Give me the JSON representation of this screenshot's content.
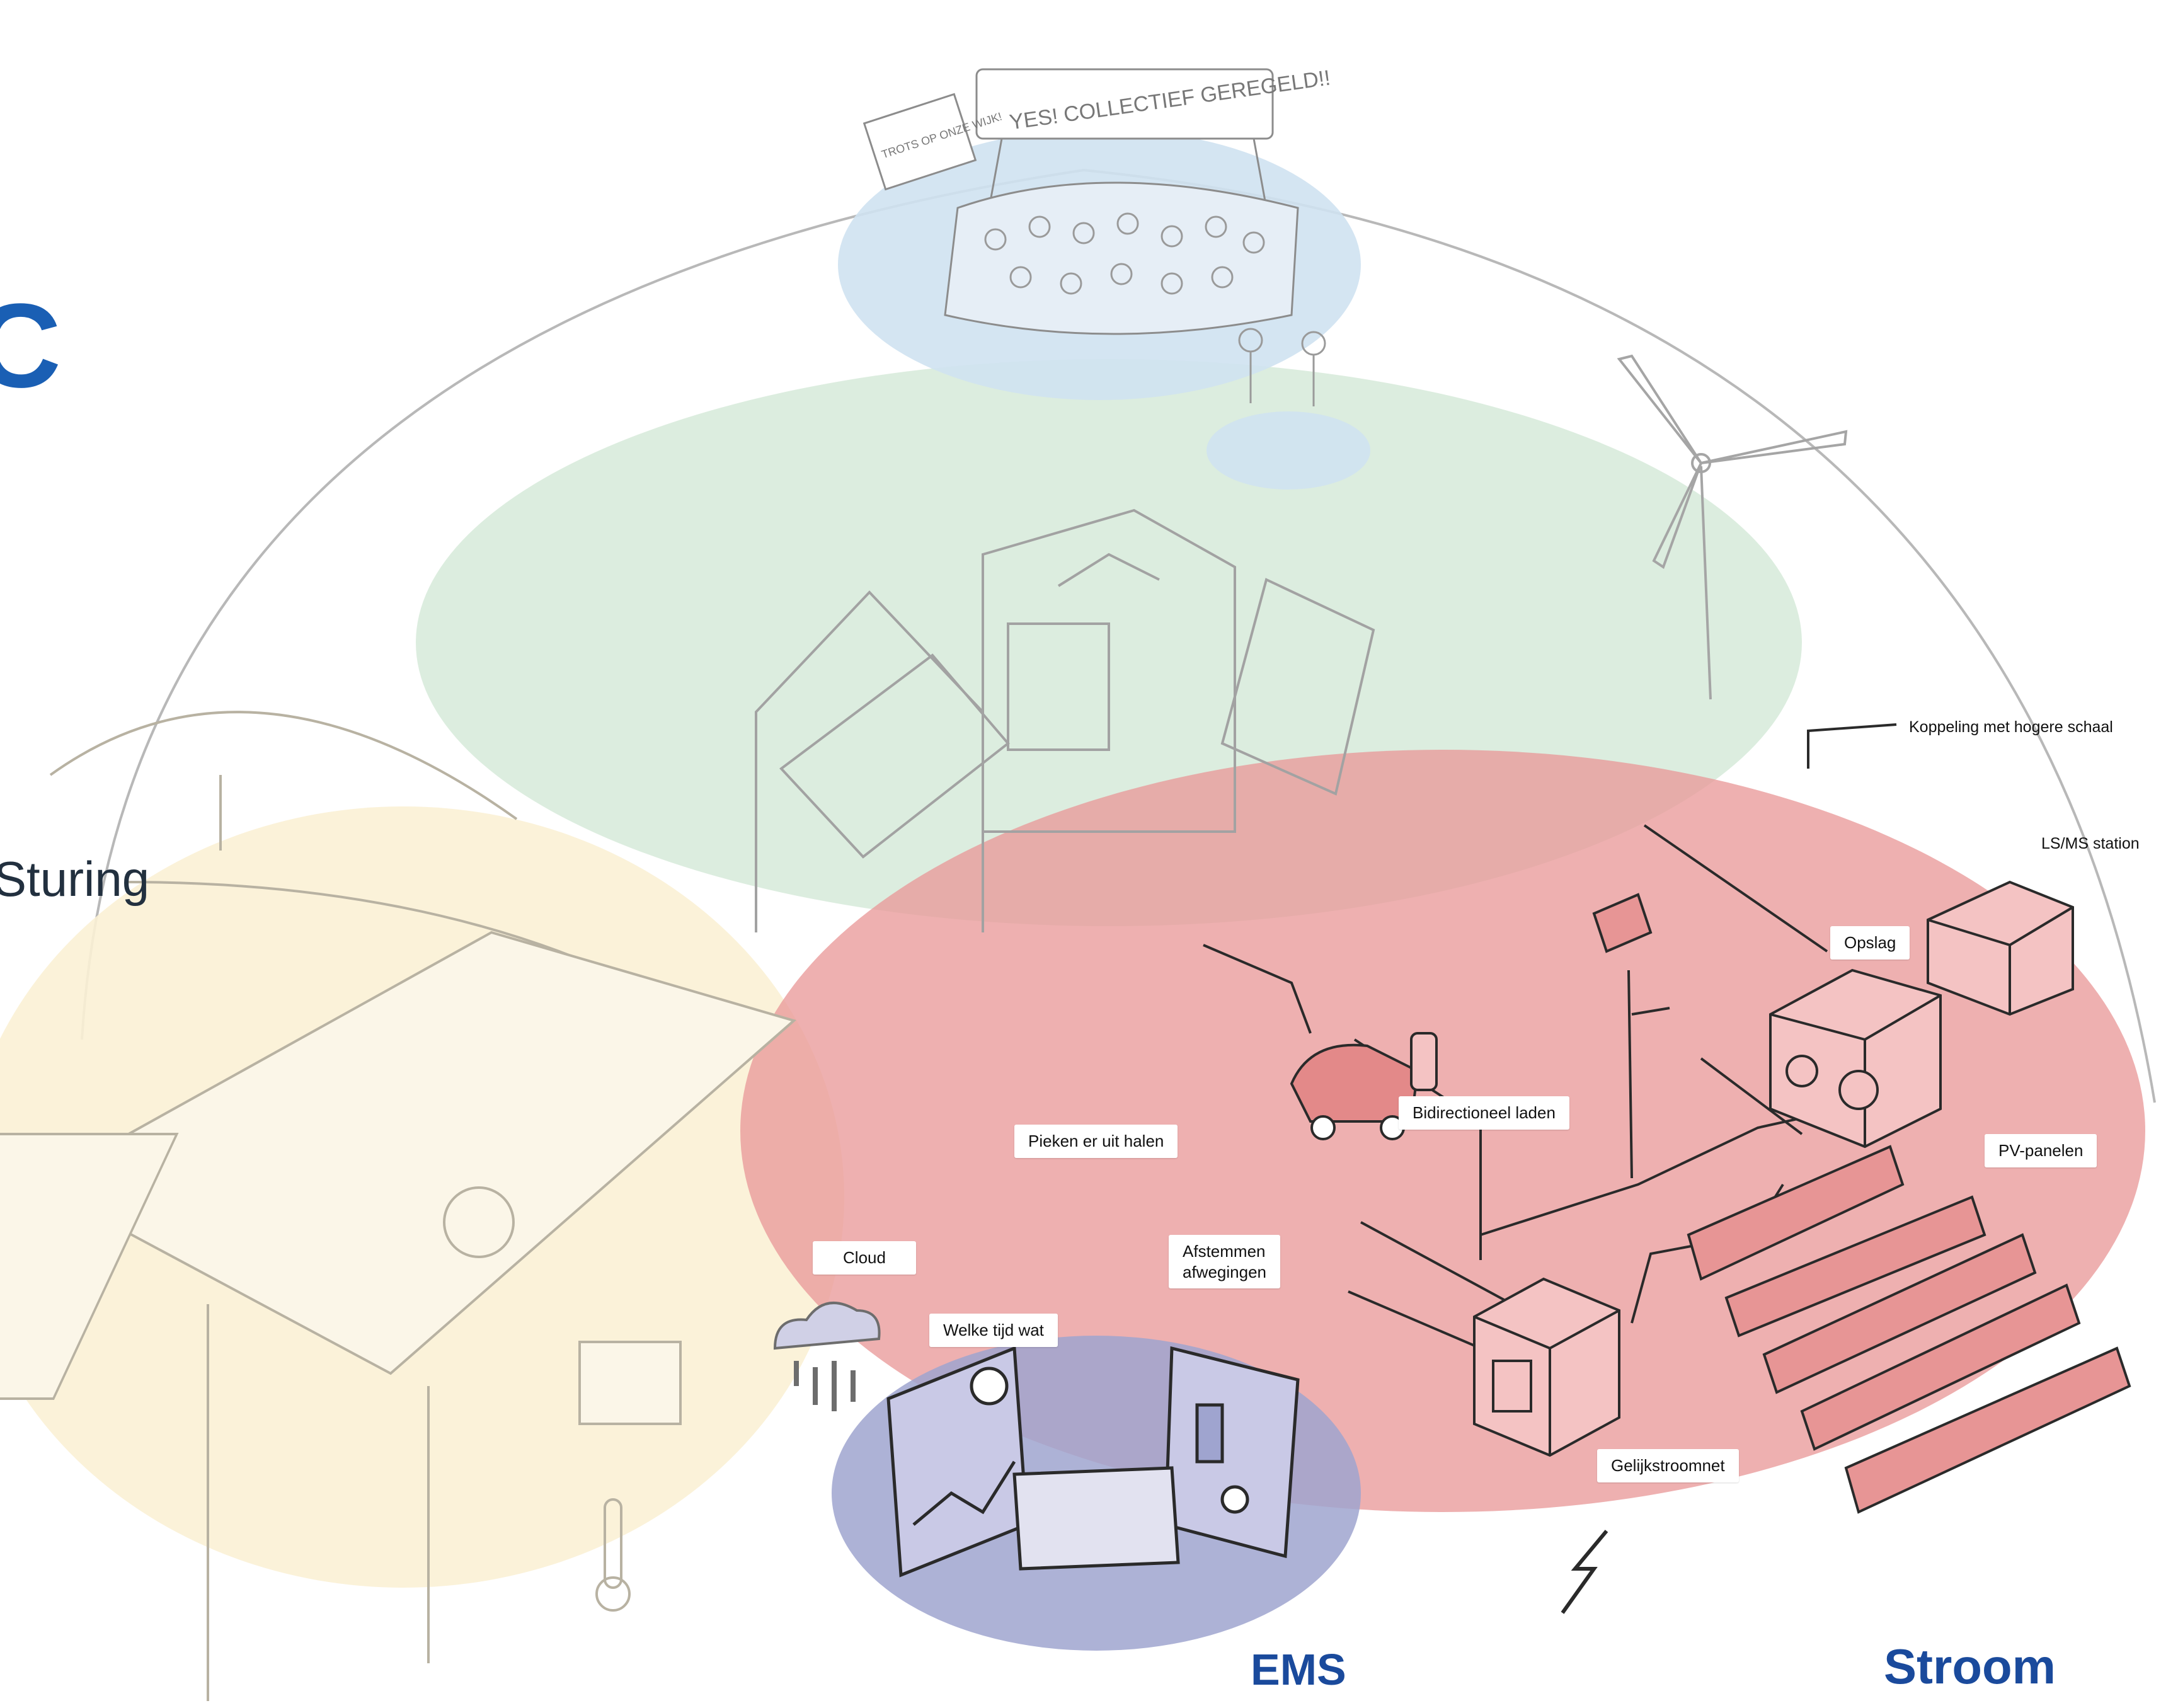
{
  "edge_texts": {
    "left_letter": "C",
    "sturing": "Sturing"
  },
  "banner": {
    "main": "YES! COLLECTIEF GEREGELD!!",
    "sign": "TROTS OP ONZE WIJK!"
  },
  "labels": {
    "koppeling": "Koppeling met hogere schaal",
    "lsms": "LS/MS station",
    "opslag": "Opslag",
    "bidirectioneel": "Bidirectioneel laden",
    "pieken": "Pieken er uit halen",
    "pv": "PV-panelen",
    "cloud": "Cloud",
    "afstemmen": "Afstemmen\nafwegingen",
    "welke_tijd": "Welke tijd wat",
    "gelijkstroom": "Gelijkstroomnet"
  },
  "titles": {
    "ems": "EMS",
    "stroom": "Stroom"
  },
  "colors": {
    "community": "#cfe2f1",
    "buildings": "#d6ead9",
    "mobility": "#fbf1d5",
    "energy": "#e99a9a",
    "ems": "#9fa4cf",
    "title": "#1a4a9c"
  }
}
